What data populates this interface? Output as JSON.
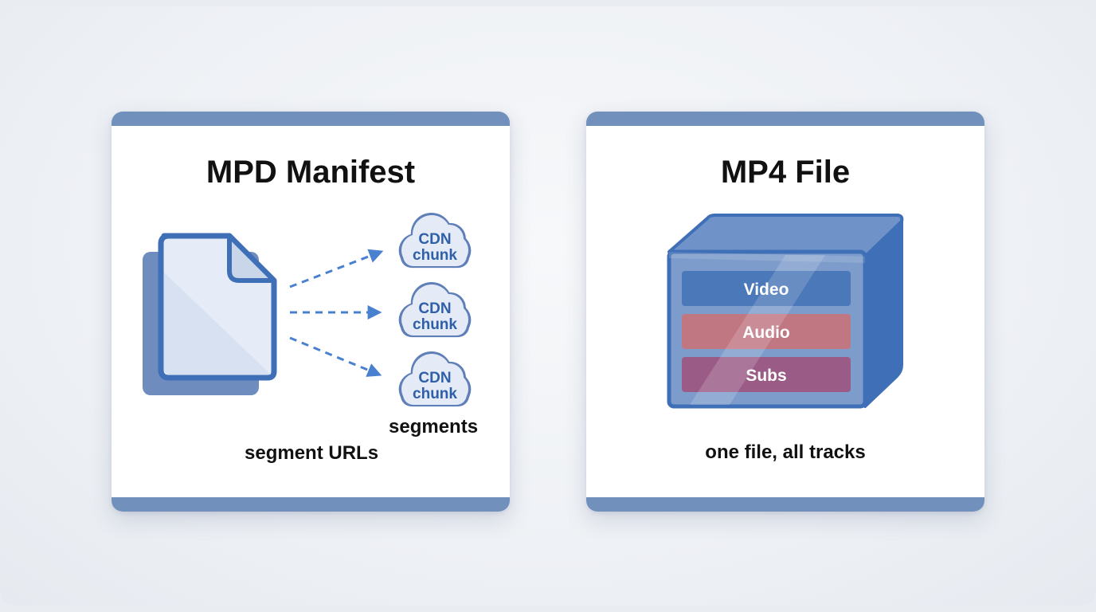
{
  "left_card": {
    "title": "MPD Manifest",
    "cloud_line1": "CDN",
    "cloud_line2": "chunk",
    "segments_label": "segments",
    "caption": "segment URLs"
  },
  "right_card": {
    "title": "MP4 File",
    "tracks": [
      "Video",
      "Audio",
      "Subs"
    ],
    "caption": "one file, all tracks"
  },
  "colors": {
    "bar": "#7190bb",
    "accent_blue": "#3f6fb6",
    "video_track": "#4a78b8",
    "audio_track": "#c07782",
    "subs_track": "#9a5c86"
  }
}
